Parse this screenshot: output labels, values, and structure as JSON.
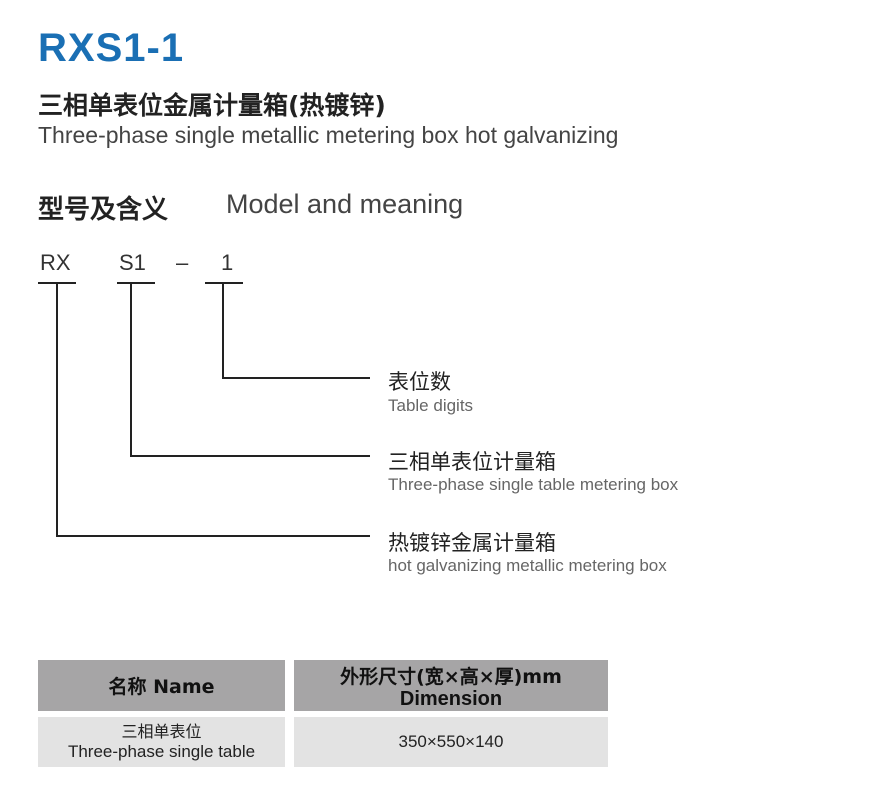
{
  "product": {
    "model": "RXS1-1",
    "title_cn": "三相单表位金属计量箱(热镀锌)",
    "title_en": "Three-phase single metallic metering box hot galvanizing"
  },
  "section": {
    "title_cn": "型号及含义",
    "title_en": "Model and meaning"
  },
  "code": {
    "part1": "RX",
    "part2": "S1",
    "dash": "–",
    "part3": "1"
  },
  "meanings": [
    {
      "cn": "表位数",
      "en": "Table digits"
    },
    {
      "cn": "三相单表位计量箱",
      "en": "Three-phase single table metering box"
    },
    {
      "cn": "热镀锌金属计量箱",
      "en": "hot galvanizing metallic metering box"
    }
  ],
  "table": {
    "headers": [
      {
        "line1": "名称 Name"
      },
      {
        "line1": "外形尺寸(宽×高×厚)mm",
        "line2": "Dimension"
      }
    ],
    "rows": [
      {
        "name_cn": "三相单表位",
        "name_en": "Three-phase single table",
        "dimension": "350×550×140"
      }
    ]
  },
  "colors": {
    "accent": "#1a6fb4",
    "header_bg": "#a6a5a6",
    "row_bg": "#e3e3e3"
  }
}
